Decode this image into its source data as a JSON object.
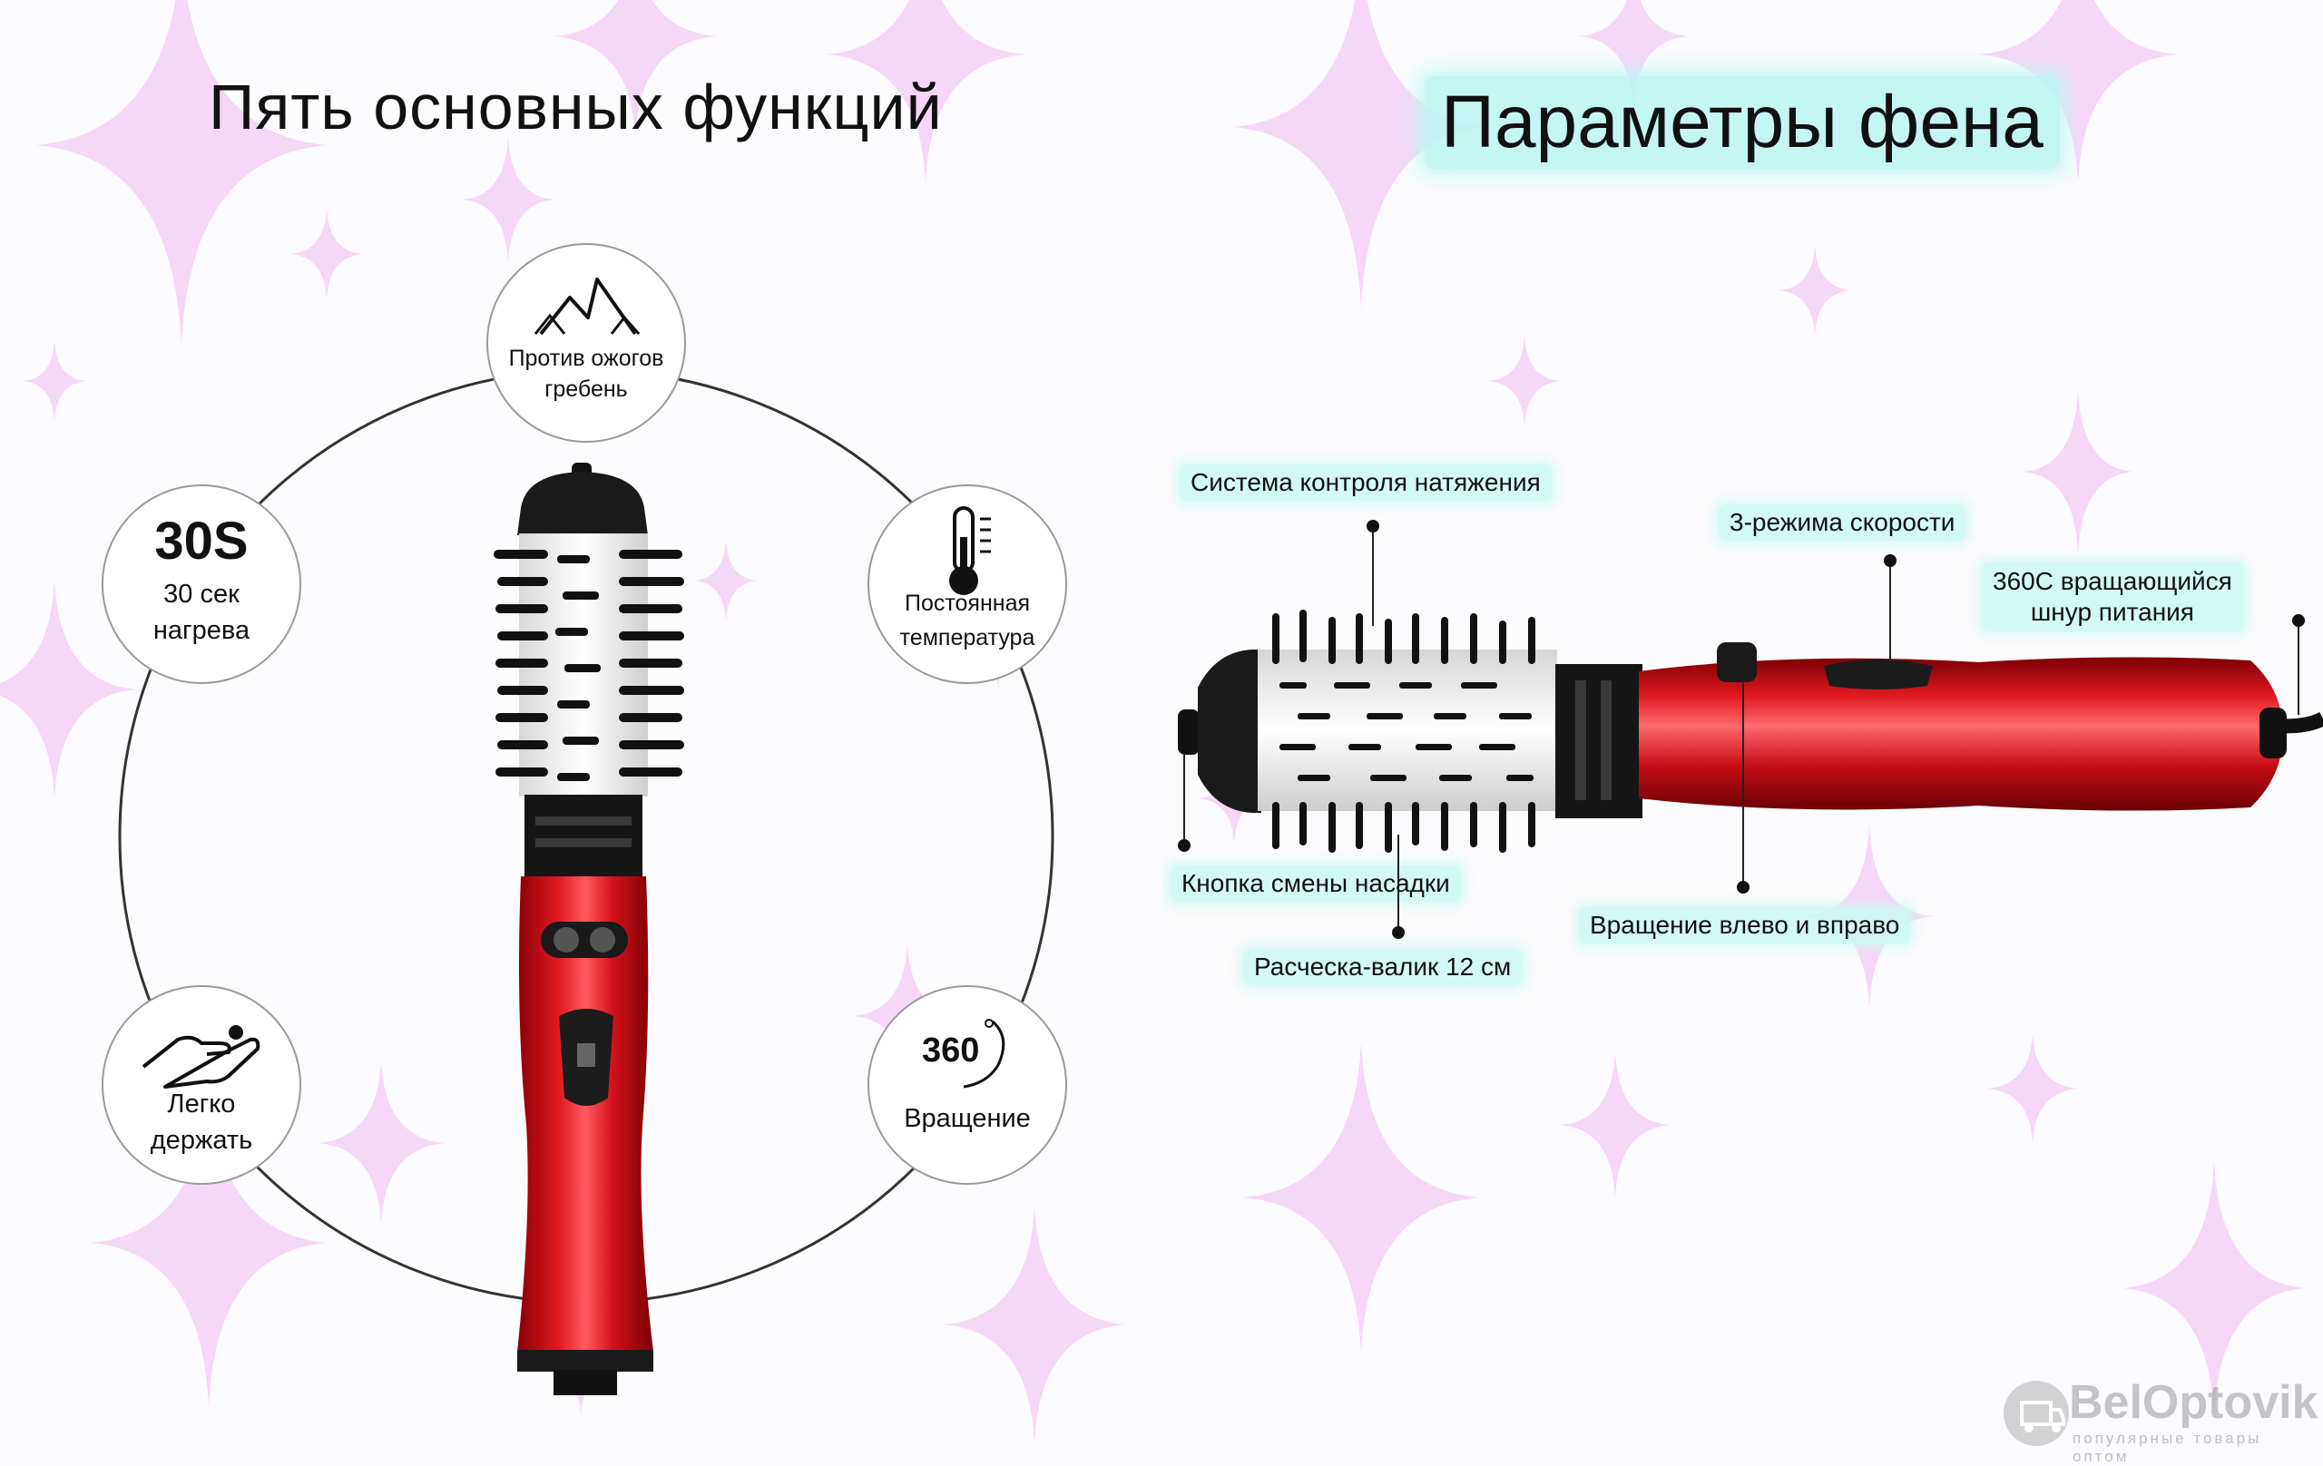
{
  "left": {
    "title": "Пять основных функций",
    "features": {
      "comb": {
        "line1": "Против ожогов",
        "line2": "гребень",
        "icon": "mountain-icon"
      },
      "heat": {
        "big": "30S",
        "line1": "30 сек",
        "line2": "нагрева",
        "icon": ""
      },
      "temp": {
        "line1": "Постоянная",
        "line2": "температура",
        "icon": "thermometer-icon"
      },
      "grip": {
        "line1": "Легко",
        "line2": "держать",
        "icon": "hand-icon"
      },
      "rotate": {
        "big": "360",
        "line1": "Вращение",
        "icon": "rotate-360-icon"
      }
    }
  },
  "right": {
    "title": "Параметры фена",
    "callouts": {
      "tension": "Система контроля натяжения",
      "speed": "3-режима скорости",
      "cord_line1": "360С вращающийся",
      "cord_line2": "шнур питания",
      "attachment": "Кнопка смены насадки",
      "rotation": "Вращение влево и вправо",
      "brush": "Расческа-валик 12 см"
    }
  },
  "watermark": {
    "brand": "BelOptovik",
    "tagline": "популярные товары оптом"
  },
  "colors": {
    "accent_red": "#d0101a",
    "highlight": "#c9f7f1",
    "sparkle": "#f2c6f2"
  }
}
